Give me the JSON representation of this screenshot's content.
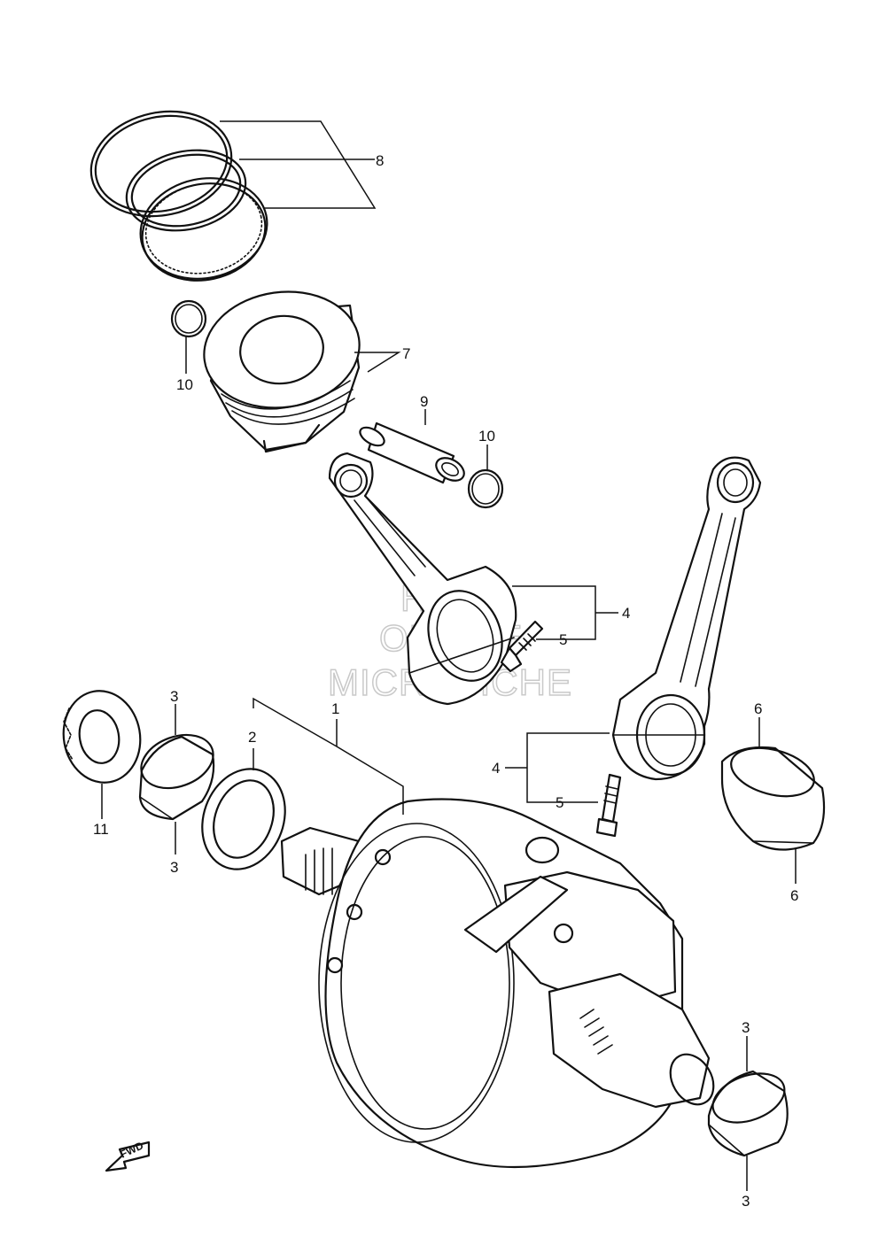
{
  "watermark": {
    "line1": "HLSM",
    "line2": "ONLINE",
    "line3": "MICROFICHE"
  },
  "callouts": {
    "piston_rings": "8",
    "piston": "7",
    "pin_clip_left": "10",
    "piston_pin": "9",
    "pin_clip_right": "10",
    "conrod_a": "4",
    "conrod_bolt_a": "5",
    "crankshaft": "1",
    "thrust_washer": "2",
    "bearing_upper_left": "3",
    "bearing_lower_left": "3",
    "gear_washer": "11",
    "conrod_b": "4",
    "conrod_bolt_b": "5",
    "bearing_upper_right": "6",
    "bearing_lower_right": "6",
    "bearing_top_bottom_right": "3",
    "bearing_bottom_bottom_right": "3"
  },
  "fwd_label": "FWD"
}
